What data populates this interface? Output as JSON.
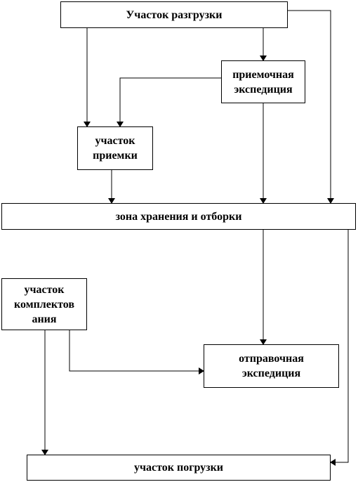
{
  "diagram": {
    "nodes": {
      "unloading": {
        "label": "Участок разгрузки"
      },
      "receiving_expedition": {
        "lines": [
          "приемочная",
          "экспедиция"
        ]
      },
      "receiving_area": {
        "lines": [
          "участок",
          "приемки"
        ]
      },
      "storage_picking": {
        "label": "зона хранения и отборки"
      },
      "picking_area": {
        "lines": [
          "участок",
          "комплектов",
          "ания"
        ]
      },
      "dispatch_expedition": {
        "lines": [
          "отправочная",
          "экспедиция"
        ]
      },
      "loading_area": {
        "label": "участок погрузки"
      }
    },
    "connector_color": "#000000"
  }
}
